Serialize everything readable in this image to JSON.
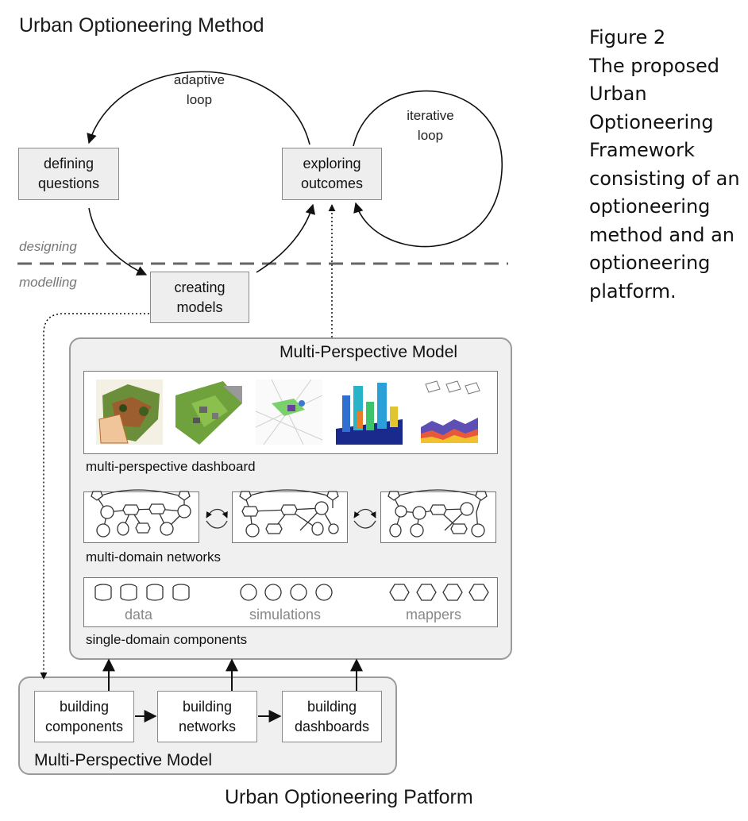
{
  "method_title": "Urban Optioneering Method",
  "caption_lines": [
    "Figure 2",
    "The proposed",
    "Urban",
    "Optioneering",
    "Framework",
    "consisting of an",
    "optioneering",
    "method and an",
    "optioneering",
    "platform."
  ],
  "loops": {
    "adaptive": [
      "adaptive",
      "loop"
    ],
    "iterative": [
      "iterative",
      "loop"
    ]
  },
  "steps": {
    "defining": [
      "defining",
      "questions"
    ],
    "exploring": [
      "exploring",
      "outcomes"
    ],
    "creating": [
      "creating",
      "models"
    ]
  },
  "phases": {
    "designing": "designing",
    "modelling": "modelling"
  },
  "mpm_panel": {
    "title": "Multi-Perspective Model",
    "dashboard_label": "multi-perspective dashboard",
    "networks_label": "multi-domain networks",
    "components_label": "single-domain components",
    "component_groups": [
      "data",
      "simulations",
      "mappers"
    ]
  },
  "platform_panel": {
    "title": "Multi-Perspective Model",
    "building": {
      "components": [
        "building",
        "components"
      ],
      "networks": [
        "building",
        "networks"
      ],
      "dashboards": [
        "building",
        "dashboards"
      ]
    }
  },
  "platform_title": "Urban Optioneering Patform",
  "colors": {
    "box_fill": "#eeeeee",
    "panel_fill": "#f0f0f0",
    "border": "#8a8a8a",
    "dash": "#666666"
  }
}
